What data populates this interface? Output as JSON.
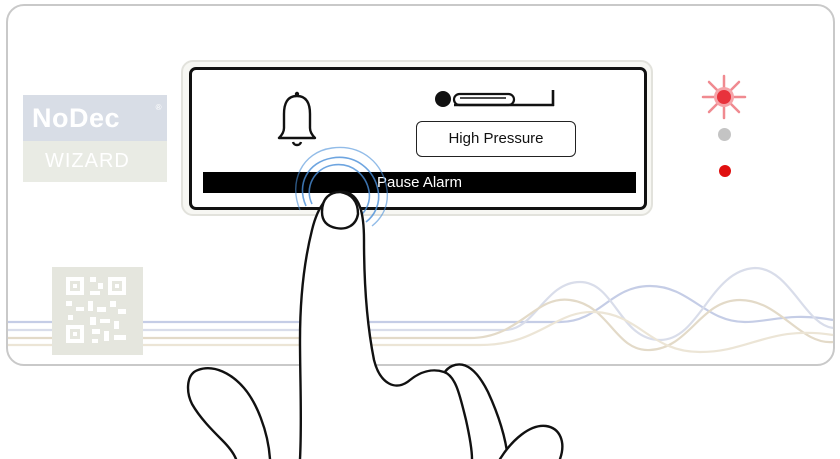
{
  "brand": {
    "name": "NoDec",
    "reg_mark": "®",
    "model": "WIZARD"
  },
  "display": {
    "alarm_icon": "bell-icon",
    "patient_icon": "patient-in-bed-icon",
    "status_text": "High Pressure",
    "action_label": "Pause Alarm"
  },
  "indicators": [
    {
      "name": "alarm-led",
      "state": "flashing",
      "color": "#e8323c"
    },
    {
      "name": "standby-led",
      "state": "off",
      "color": "#c4c4c4"
    },
    {
      "name": "power-led",
      "state": "on",
      "color": "#e01010"
    }
  ],
  "colors": {
    "brand_top": "#d8dde6",
    "brand_bottom": "#e9ebe4",
    "wave_blue": "#c5cde6",
    "wave_tan": "#e3dac8",
    "screen_bar": "#000000"
  }
}
